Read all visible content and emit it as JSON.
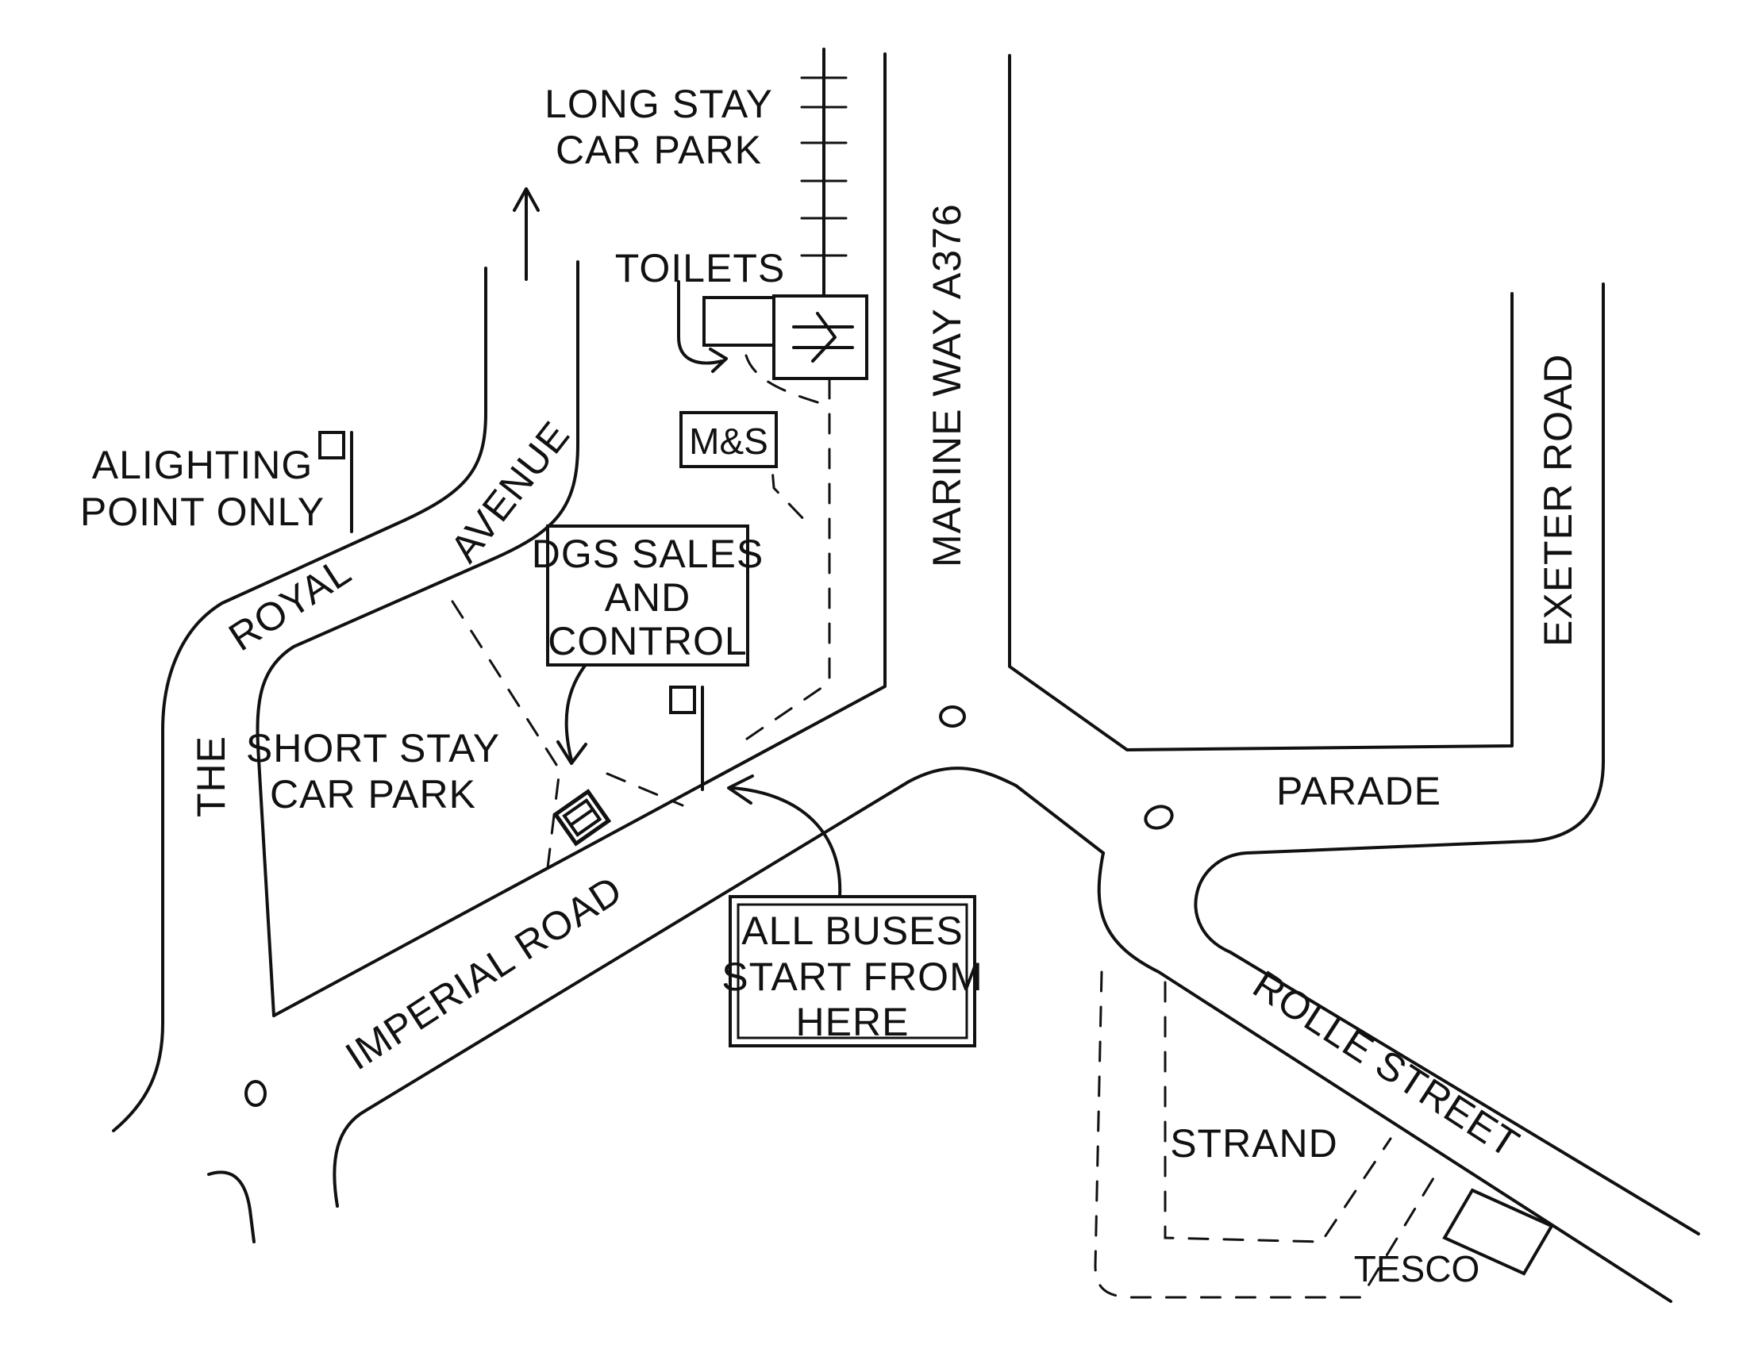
{
  "map": {
    "roads": {
      "the": "THE",
      "royal": "ROYAL",
      "avenue": "AVENUE",
      "imperial_road": "IMPERIAL ROAD",
      "marine_way": "MARINE WAY A376",
      "exeter_road": "EXETER ROAD",
      "parade": "PARADE",
      "rolle_street": "ROLLE STREET"
    },
    "places": {
      "long_stay_line1": "LONG STAY",
      "long_stay_line2": "CAR PARK",
      "toilets": "TOILETS",
      "ms": "M&S",
      "alighting_line1": "ALIGHTING",
      "alighting_line2": "POINT ONLY",
      "short_stay_line1": "SHORT STAY",
      "short_stay_line2": "CAR PARK",
      "strand": "STRAND",
      "tesco": "TESCO"
    },
    "boxes": {
      "dgs_line1": "DGS SALES",
      "dgs_line2": "AND",
      "dgs_line3": "CONTROL",
      "buses_line1": "ALL BUSES",
      "buses_line2": "START FROM",
      "buses_line3": "HERE"
    },
    "icons": [
      "railway-station-icon",
      "bus-stop-flag-icon",
      "bus-icon",
      "roundabout-icon",
      "arrow-icon"
    ],
    "colors": {
      "ink": "#111111",
      "paper": "#ffffff"
    }
  }
}
